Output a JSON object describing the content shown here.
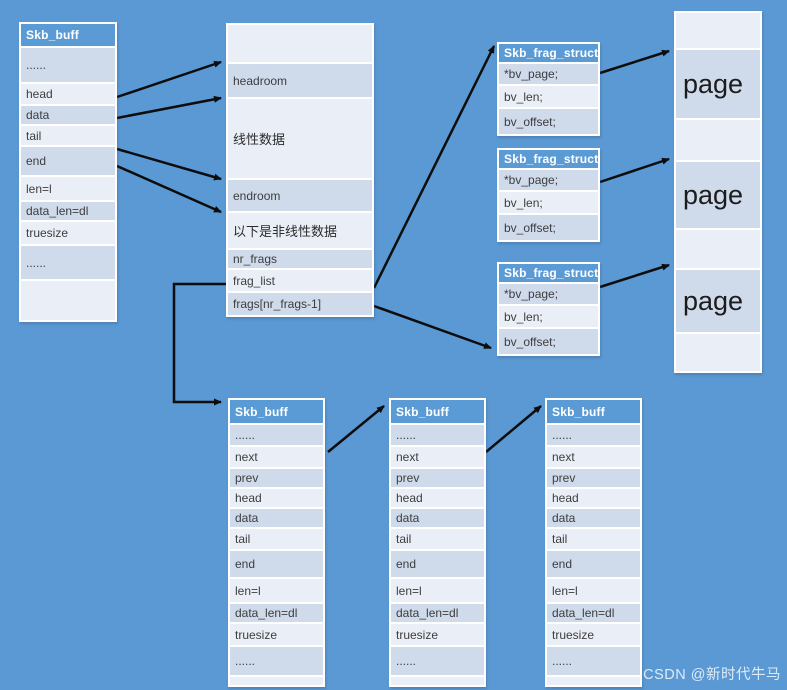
{
  "watermark": "CSDN @新时代牛马",
  "colors": {
    "background": "#5a99d4",
    "table_header": "#5b9bd5",
    "band_dark": "#cfdaeb",
    "band_light": "#eaeff7",
    "border": "#ffffff",
    "arrow": "#0d0d0d",
    "header_text": "#ffffff",
    "row_text": "#3d3d3d"
  },
  "boxes": {
    "skb_main": {
      "title": "Skb_buff",
      "rows": [
        "......",
        "head",
        "data",
        "tail",
        "end",
        "len=l",
        "data_len=dl",
        "truesize",
        "......",
        ""
      ]
    },
    "linear_buffer": {
      "title": null,
      "rows": [
        "",
        "headroom",
        "线性数据",
        "endroom",
        "以下是非线性数据",
        "nr_frags",
        "frag_list",
        "frags[nr_frags-1]"
      ]
    },
    "frag_struct": {
      "title": "Skb_frag_struct",
      "rows": [
        "*bv_page;",
        "bv_len;",
        "bv_offset;"
      ]
    },
    "pages": {
      "title": null,
      "rows": [
        "",
        "page",
        "",
        "page",
        "",
        "page",
        ""
      ]
    },
    "skb_child": {
      "title": "Skb_buff",
      "rows": [
        "......",
        "next",
        "prev",
        "head",
        "data",
        "tail",
        "end",
        "len=l",
        "data_len=dl",
        "truesize",
        "......",
        ""
      ]
    }
  }
}
